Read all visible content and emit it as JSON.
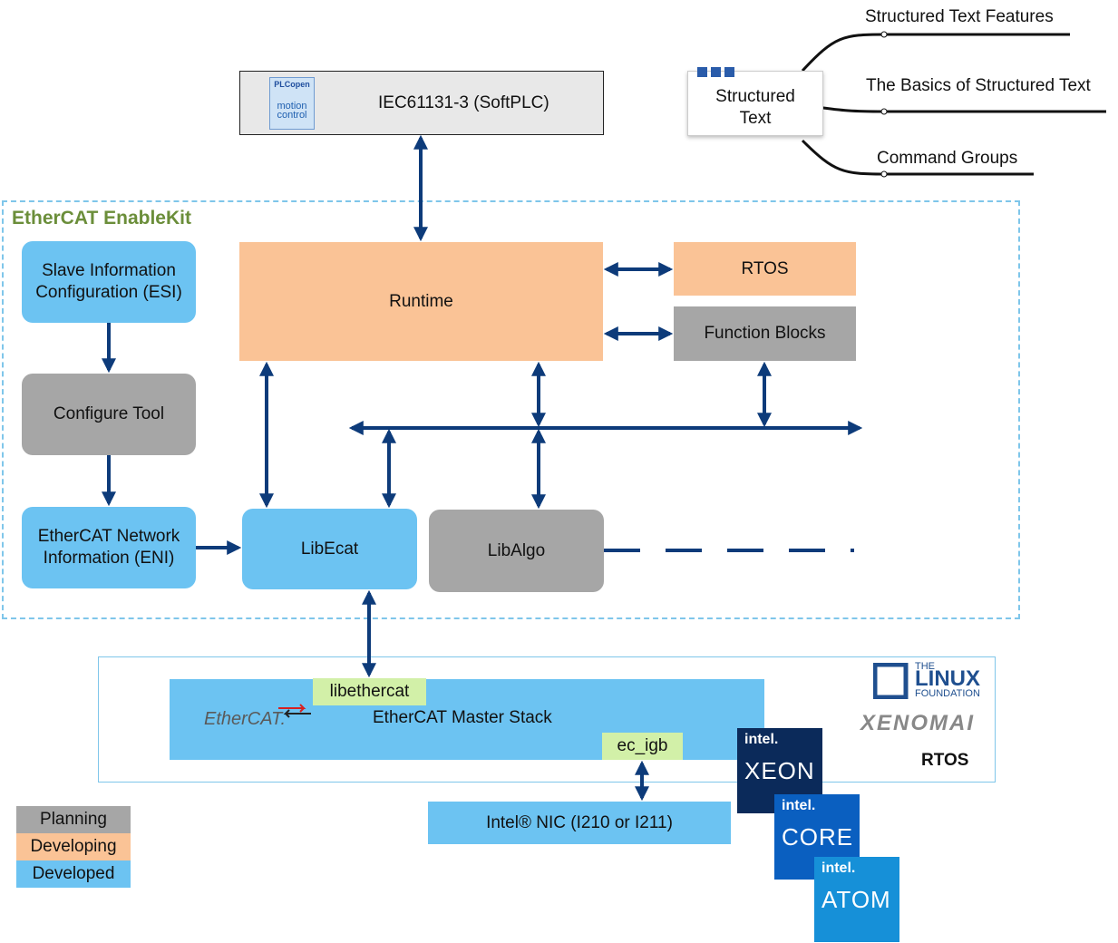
{
  "softplc": {
    "label": "IEC61131-3 (SoftPLC)",
    "logo_top": "PLCopen",
    "logo_mid": "motion",
    "logo_bot": "control"
  },
  "structured_text": {
    "center_label": "Structured Text",
    "items": [
      "Structured Text Features",
      "The Basics of Structured Text",
      "Command Groups"
    ]
  },
  "enablekit": {
    "title": "EtherCAT EnableKit",
    "esi": "Slave Information Configuration (ESI)",
    "configure_tool": "Configure Tool",
    "eni": "EtherCAT Network Information (ENI)",
    "runtime": "Runtime",
    "rtos": "RTOS",
    "function_blocks": "Function Blocks",
    "libecat": "LibEcat",
    "libalgo": "LibAlgo"
  },
  "master": {
    "stack": "EtherCAT Master Stack",
    "libethercat": "libethercat",
    "ec_igb": "ec_igb",
    "ethercat_logo": "EtherCAT."
  },
  "nic": {
    "label": "Intel® NIC (I210 or I211)"
  },
  "linux_logo": {
    "the": "THE",
    "linux": "LINUX",
    "foundation": "FOUNDATION"
  },
  "xenomai_logo": "XENOMAI",
  "rtos_label": "RTOS",
  "chips": [
    {
      "brand": "intel.",
      "product": "XEON"
    },
    {
      "brand": "intel.",
      "product": "CORE"
    },
    {
      "brand": "intel.",
      "product": "ATOM"
    }
  ],
  "legend": {
    "planning": "Planning",
    "developing": "Developing",
    "developed": "Developed"
  },
  "colors": {
    "developed": "#6cc3f2",
    "developing": "#fac396",
    "planning": "#a6a6a6",
    "arrow": "#0d3b7a",
    "dashed_border": "#7fc6ea",
    "title_green": "#6b8e3a",
    "label_green": "#d2f0a8"
  }
}
